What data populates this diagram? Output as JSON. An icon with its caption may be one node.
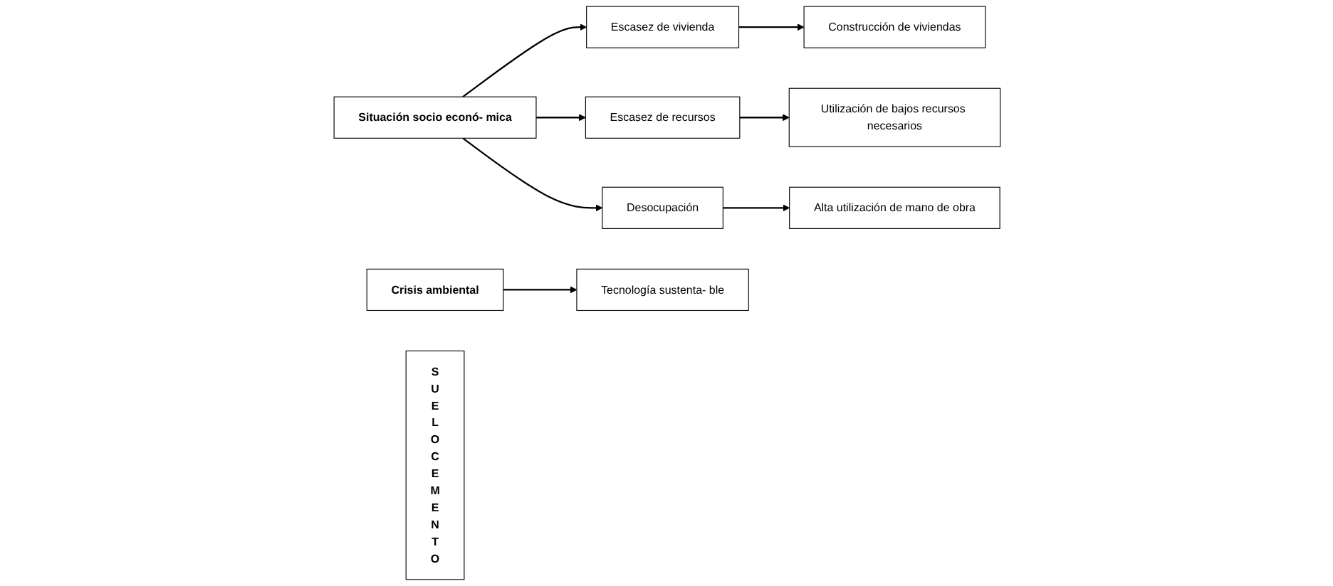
{
  "diagram": {
    "nodes": [
      {
        "text": [
          "Situación socio econó- mica"
        ]
      },
      {
        "text": [
          "Escasez de vivienda"
        ]
      },
      {
        "text": [
          "Escasez de recursos"
        ]
      },
      {
        "text": [
          "Desocupación"
        ]
      },
      {
        "text": [
          "Construcción de viviendas"
        ]
      },
      {
        "text": [
          "Utilización de bajos recursos necesarios"
        ]
      },
      {
        "text": [
          "Alta utilización de mano de obra"
        ]
      },
      {
        "text": [
          "Crisis ambiental"
        ]
      },
      {
        "text": [
          "Tecnología sustenta- ble"
        ]
      },
      {
        "text": [
          "S U E L O C E M E N T O"
        ]
      }
    ],
    "edges": [
      {
        "from": 0,
        "to": 1,
        "arrow": "to"
      },
      {
        "from": 0,
        "to": 2,
        "arrow": "to"
      },
      {
        "from": 0,
        "to": 3,
        "arrow": "to"
      },
      {
        "from": 1,
        "to": 4,
        "arrow": "to"
      },
      {
        "from": 2,
        "to": 5,
        "arrow": "to"
      },
      {
        "from": 3,
        "to": 6,
        "arrow": "to"
      },
      {
        "from": 7,
        "to": 8,
        "arrow": "to"
      }
    ]
  }
}
